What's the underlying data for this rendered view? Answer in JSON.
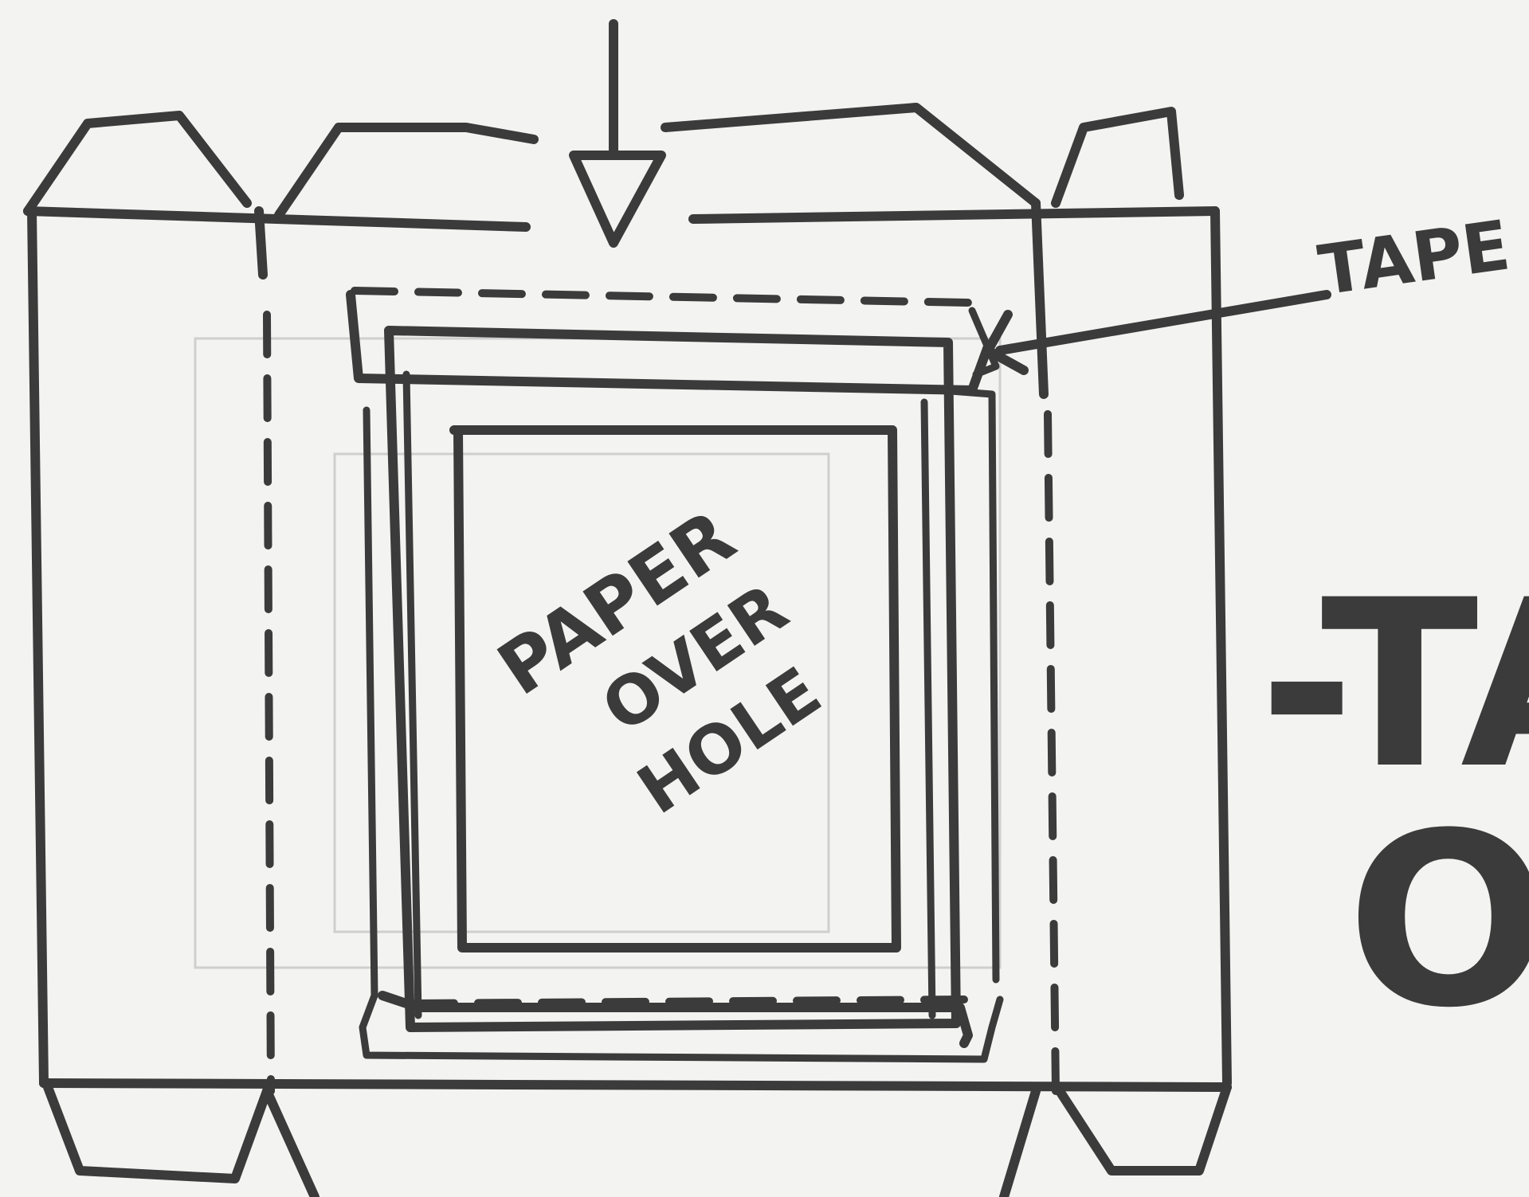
{
  "labels": {
    "tape": "TAPE",
    "paper_over_hole": [
      "PAPER",
      "OVER",
      "HOLE"
    ],
    "big_note": [
      "-TA",
      "O"
    ]
  }
}
